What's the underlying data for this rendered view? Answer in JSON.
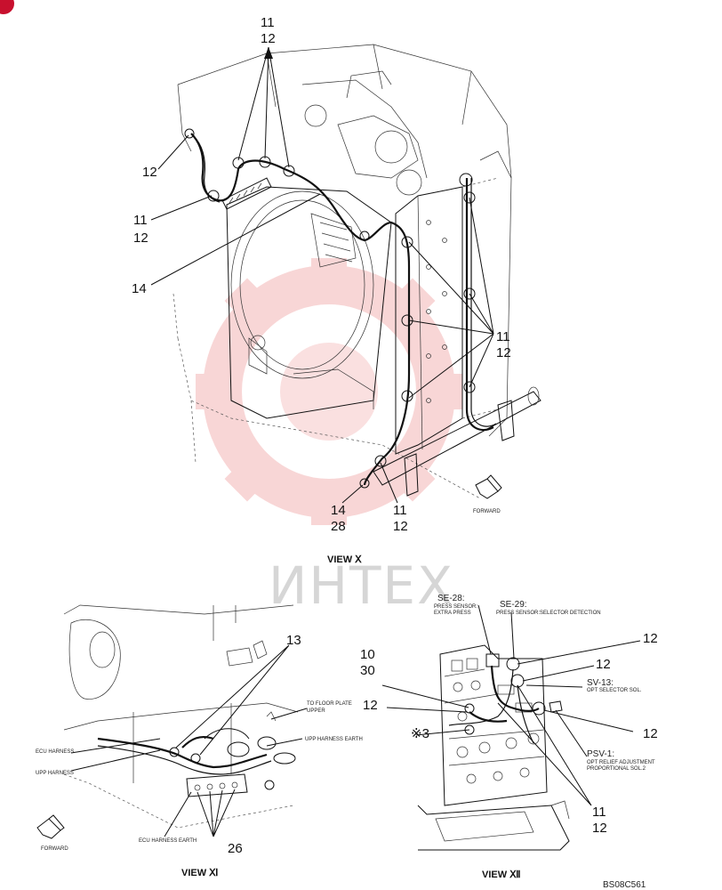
{
  "watermark": "ИНТЕХ",
  "doc_code": "BS08C561",
  "view_x": {
    "caption": "VIEW Ⅹ",
    "callouts": {
      "c1": [
        "11",
        "12"
      ],
      "c2": [
        "12"
      ],
      "c3": [
        "11",
        "12"
      ],
      "c4": [
        "14"
      ],
      "c5": [
        "11",
        "12"
      ],
      "c6": [
        "14",
        "28"
      ],
      "c7": [
        "11",
        "12"
      ]
    },
    "forward_label": "FORWARD"
  },
  "view_xi": {
    "caption": "VIEW Ⅺ",
    "callout_13": "13",
    "callout_26": "26",
    "labels": {
      "ecu_harness": "ECU HARNESS",
      "upp_harness": "UPP HARNESS",
      "to_floor_plate": "TO FLOOR PLATE",
      "upper": "UPPER",
      "upp_harness_earth": "UPP HARNESS EARTH",
      "ecu_harness_earth": "ECU HARNESS EARTH"
    },
    "forward_label": "FORWARD"
  },
  "view_xii": {
    "caption": "VIEW Ⅻ",
    "callouts": {
      "c10": [
        "10",
        "30"
      ],
      "c12a": "12",
      "c12b": "12",
      "c12c": "12",
      "c12d": "12",
      "c3": "※3",
      "c11": [
        "11",
        "12"
      ]
    },
    "sensors": {
      "se28_code": "SE-28:",
      "se28_l1": "PRESS SENSOR:",
      "se28_l2": "EXTRA PRESS",
      "se29_code": "SE-29:",
      "se29_l1": "PRESS SENSOR:SELECTOR DETECTION",
      "sv13_code": "SV-13:",
      "sv13_l1": "OPT SELECTOR SOL.",
      "psv1_code": "PSV-1:",
      "psv1_l1": "OPT RELIEF ADJUSTMENT",
      "psv1_l2": "PROPORTIONAL SOL.2"
    }
  }
}
